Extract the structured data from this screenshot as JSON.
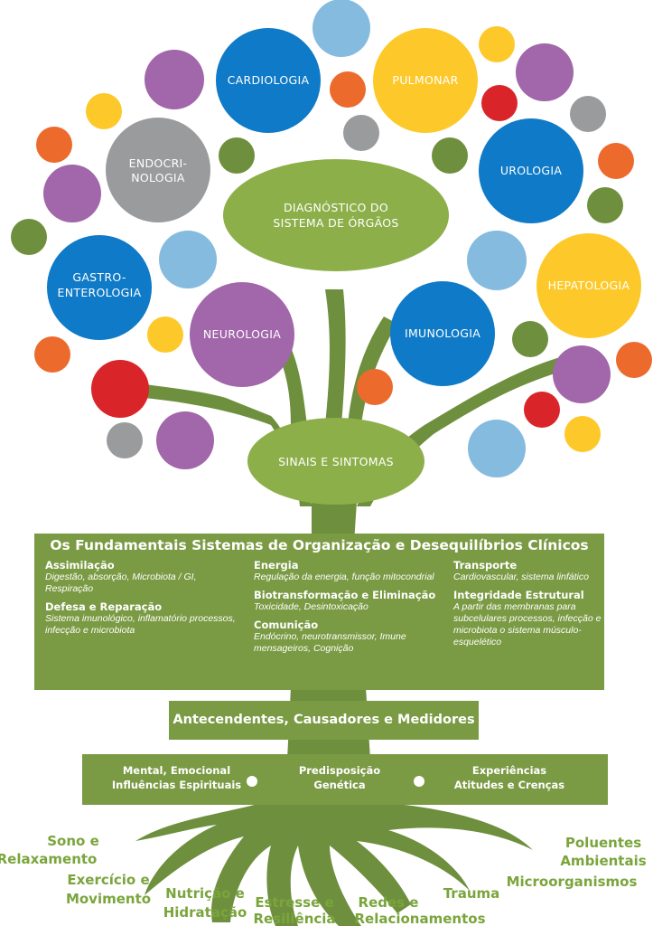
{
  "colors": {
    "green_dark": "#7a9a43",
    "green_light": "#8daf4a",
    "text_green": "#7aa53c",
    "blue": "#0f7ac7",
    "blue_light": "#84bbdf",
    "yellow": "#fdc92a",
    "purple": "#a266aa",
    "gray": "#9a9b9d",
    "orange": "#ec6a2c",
    "red": "#d92529",
    "olive": "#6e8f3d"
  },
  "organs": {
    "cardiologia": "CARDIOLOGIA",
    "pulmonar": "PULMONAR",
    "endocrinologia_1": "ENDOCRI-",
    "endocrinologia_2": "NOLOGIA",
    "urologia": "UROLOGIA",
    "gastro_1": "GASTRO-",
    "gastro_2": "ENTEROLOGIA",
    "hepatologia": "HEPATOLOGIA",
    "neurologia": "NEUROLOGIA",
    "imunologia": "IMUNOLOGIA"
  },
  "center": {
    "diagnostico_1": "DIAGNÓSTICO DO",
    "diagnostico_2": "SISTEMA DE ÓRGÃOS",
    "sinais": "SINAIS E SINTOMAS"
  },
  "fundamentals": {
    "title": "Os Fundamentais  Sistemas de Organização e Desequilíbrios Clínicos",
    "assimilacao": "Assimilação",
    "assimilacao_desc": "Digestão, absorção, Microbiota / GI, Respiração",
    "defesa": "Defesa e Reparação",
    "defesa_desc": "Sistema imunológico, inflamatório processos, infecção e microbiota",
    "energia": "Energia",
    "energia_desc": "Regulação da energia, função mitocondrial",
    "biotrans": "Biotransformação e Eliminação",
    "biotrans_desc": "Toxicidade, Desintoxicação",
    "comunicacao": "Comunição",
    "comunicacao_desc": "Endócrino, neurotransmissor, Imune mensageiros, Cognição",
    "transporte": "Transporte",
    "transporte_desc": "Cardiovascular, sistema linfático",
    "integridade": "Integridade Estrutural",
    "integridade_desc": "A partir das membranas para subcelulares processos, infecção e microbiota o sistema músculo-esquelético"
  },
  "antecedents": "Antecendentes, Causadores e Medidores",
  "factors": {
    "f1_line1": "Mental, Emocional",
    "f1_line2": "Influências Espirituais",
    "f2_line1": "Predisposição",
    "f2_line2": "Genética",
    "f3_line1": "Experiências",
    "f3_line2": "Atitudes e Crenças"
  },
  "roots": {
    "sono_1": "Sono e",
    "sono_2": "Relaxamento",
    "exercicio_1": "Exercício e",
    "exercicio_2": "Movimento",
    "nutricao_1": "Nutrição e",
    "nutricao_2": "Hidratação",
    "estresse_1": "Estresse e",
    "estresse_2": "Resiliência",
    "redes_1": "Redes e",
    "redes_2": "Relacionamentos",
    "trauma": "Trauma",
    "micro": "Microorganismos",
    "poluentes_1": "Poluentes",
    "poluentes_2": "Ambientais"
  }
}
